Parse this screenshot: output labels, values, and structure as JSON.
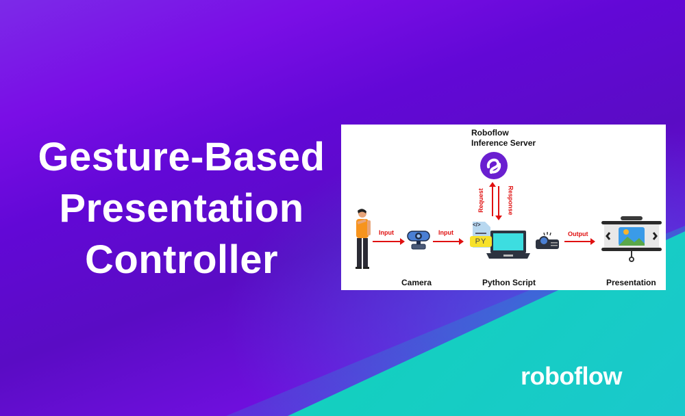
{
  "title": {
    "lines": [
      "Gesture-Based",
      "Presentation",
      "Controller"
    ]
  },
  "brand": {
    "logo_text": "roboflow",
    "colors": {
      "purple": "#6a0fd8",
      "teal": "#14d4b0",
      "arrow_red": "#e01010",
      "server_logo": "#6a1fd0"
    }
  },
  "diagram": {
    "server_label_line1": "Roboflow",
    "server_label_line2": "Inference Server",
    "request_label": "Request",
    "response_label": "Response",
    "input1_label": "Input",
    "input2_label": "Input",
    "output_label": "Output",
    "py_badge": "PY",
    "code_glyph": "</>",
    "camera_label": "Camera",
    "python_label": "Python Script",
    "presentation_label": "Presentation",
    "icons": [
      "person-icon",
      "webcam-icon",
      "python-file-icon",
      "laptop-icon",
      "projector-icon",
      "presentation-screen-icon",
      "roboflow-logo-icon"
    ]
  }
}
